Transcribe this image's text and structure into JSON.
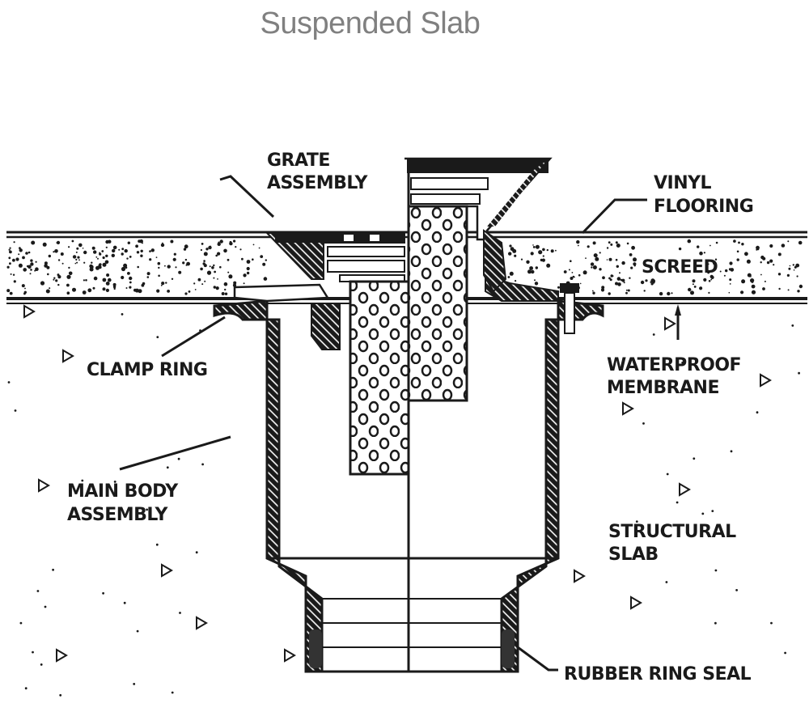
{
  "title": "Suspended Slab",
  "colors": {
    "title": "#808080",
    "ink": "#1a1a1a",
    "background": "#ffffff"
  },
  "labels": {
    "grate_assembly": [
      "GRATE",
      "ASSEMBLY"
    ],
    "vinyl_flooring": [
      "VINYL",
      "FLOORING"
    ],
    "screed": [
      "SCREED"
    ],
    "waterproof_membrane": [
      "WATERPROOF",
      "MEMBRANE"
    ],
    "clamp_ring": [
      "CLAMP RING"
    ],
    "main_body_assembly": [
      "MAIN BODY",
      "ASSEMBLY"
    ],
    "structural_slab": [
      "STRUCTURAL",
      "SLAB"
    ],
    "rubber_ring_seal": [
      "RUBBER RING SEAL"
    ]
  },
  "components": [
    {
      "id": "vinyl_flooring",
      "icon": "flooring-layer"
    },
    {
      "id": "screed",
      "icon": "aggregate-fill"
    },
    {
      "id": "waterproof_membrane",
      "icon": "membrane-line"
    },
    {
      "id": "structural_slab",
      "icon": "concrete-fill"
    },
    {
      "id": "grate_assembly",
      "icon": "grate"
    },
    {
      "id": "clamp_ring",
      "icon": "clamp-ring"
    },
    {
      "id": "main_body_assembly",
      "icon": "drain-body"
    },
    {
      "id": "rubber_ring_seal",
      "icon": "seal"
    }
  ]
}
